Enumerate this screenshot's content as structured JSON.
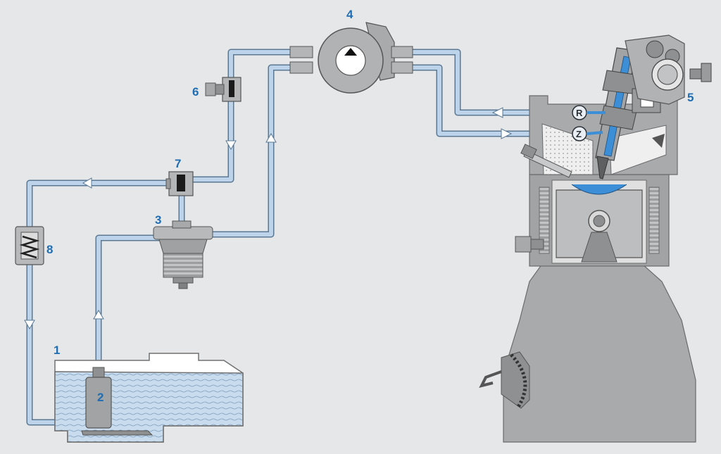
{
  "colors": {
    "background": "#e6e7e9",
    "pipe_fill": "#bcd3ea",
    "pipe_stroke": "#5a7894",
    "label_blue": "#1f6eb3",
    "fuel_blue": "#3c8fd6",
    "metal": "#9a9b9d",
    "engine_body": "#a9aaac"
  },
  "labels": {
    "tank": "1",
    "pump": "2",
    "filter": "3",
    "high_pressure_pump": "4",
    "injector": "5",
    "sensor_valve": "6",
    "distribution_valve": "7",
    "cooler": "8",
    "return_port": "R",
    "supply_port": "Z"
  }
}
